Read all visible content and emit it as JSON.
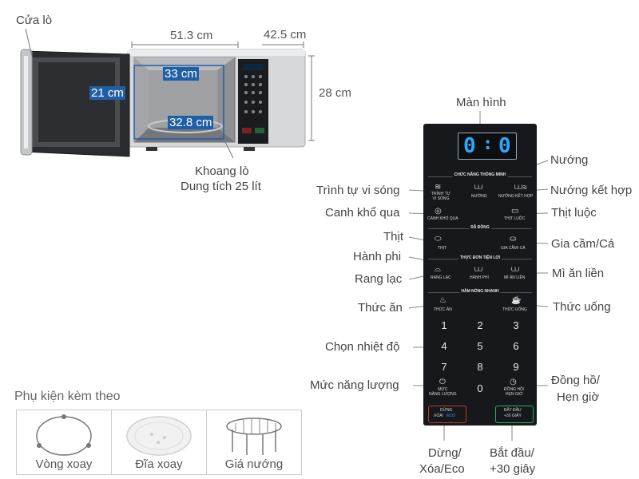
{
  "oven": {
    "door_label": "Cửa lò",
    "width": "51.3 cm",
    "depth": "42.5 cm",
    "height": "28 cm",
    "cavity_width": "33 cm",
    "cavity_height": "21 cm",
    "cavity_depth": "32.8 cm",
    "cavity_label_1": "Khoang lò",
    "cavity_label_2": "Dung tích 25 lít"
  },
  "panel_title": "Màn hình",
  "display": {
    "left_digit": "0",
    "colon": ":",
    "right_digit": "0"
  },
  "panel": {
    "sec_smart": "CHỨC NĂNG THÔNG MINH",
    "btn_seq": "TRÌNH TỰ\nVI SÓNG",
    "btn_grill": "NƯỚNG",
    "btn_combo": "NƯỚNG KẾT HỢP",
    "btn_bittermelon": "CANH KHỔ QUA",
    "btn_boiled": "THỊT LUỘC",
    "sec_defrost": "RÃ ĐÔNG",
    "btn_meat": "THỊT",
    "btn_poultry": "GIA CẦM/ CÁ",
    "sec_menu": "THỰC ĐƠN TIỆN LỢI",
    "btn_peanut": "RANG LẠC",
    "btn_onion": "HÀNH PHI",
    "btn_noodle": "MÌ ĂN LIỀN",
    "sec_reheat": "HÂM NÓNG NHANH",
    "btn_food": "THỨC ĂN",
    "btn_drink": "THỨC UỐNG",
    "keys": [
      "1",
      "2",
      "3",
      "4",
      "5",
      "6",
      "7",
      "8",
      "9",
      "0"
    ],
    "btn_power": "MỨC\nNĂNG LƯỢNG",
    "btn_clock": "ĐỒNG HỒ/\nHẸN GIỜ",
    "stop_line1": "DỪNG",
    "stop_line2": "XÓA/",
    "stop_eco": "ECO",
    "start_line1": "BẮT ĐẦU",
    "start_line2": "+30 GIÂY"
  },
  "callouts": {
    "nuong": "Nướng",
    "trinh_tu": "Trình tự vi sóng",
    "nuong_ket_hop": "Nướng kết hợp",
    "canh_kho_qua": "Canh khổ qua",
    "thit_luoc": "Thịt luộc",
    "thit": "Thịt",
    "gia_cam": "Gia cầm/Cá",
    "hanh_phi": "Hành phi",
    "rang_lac": "Rang lạc",
    "mi_an_lien": "Mì ăn liền",
    "thuc_an": "Thức ăn",
    "thuc_uong": "Thức uống",
    "chon_nhiet_do": "Chọn nhiệt độ",
    "muc_nang_luong": "Mức năng lượng",
    "dong_ho_1": "Đồng hồ/",
    "dong_ho_2": "Hẹn giờ",
    "dung_1": "Dừng/",
    "dung_2": "Xóa/Eco",
    "bat_dau_1": "Bắt đầu/",
    "bat_dau_2": "+30 giây"
  },
  "accessories": {
    "title": "Phụ kiện kèm theo",
    "items": [
      "Vòng xoay",
      "Đĩa xoay",
      "Giá nướng"
    ]
  },
  "colors": {
    "panel": "#17181b",
    "display_digits": "#2aa8ff",
    "dimension_box": "#1f5fa8"
  }
}
